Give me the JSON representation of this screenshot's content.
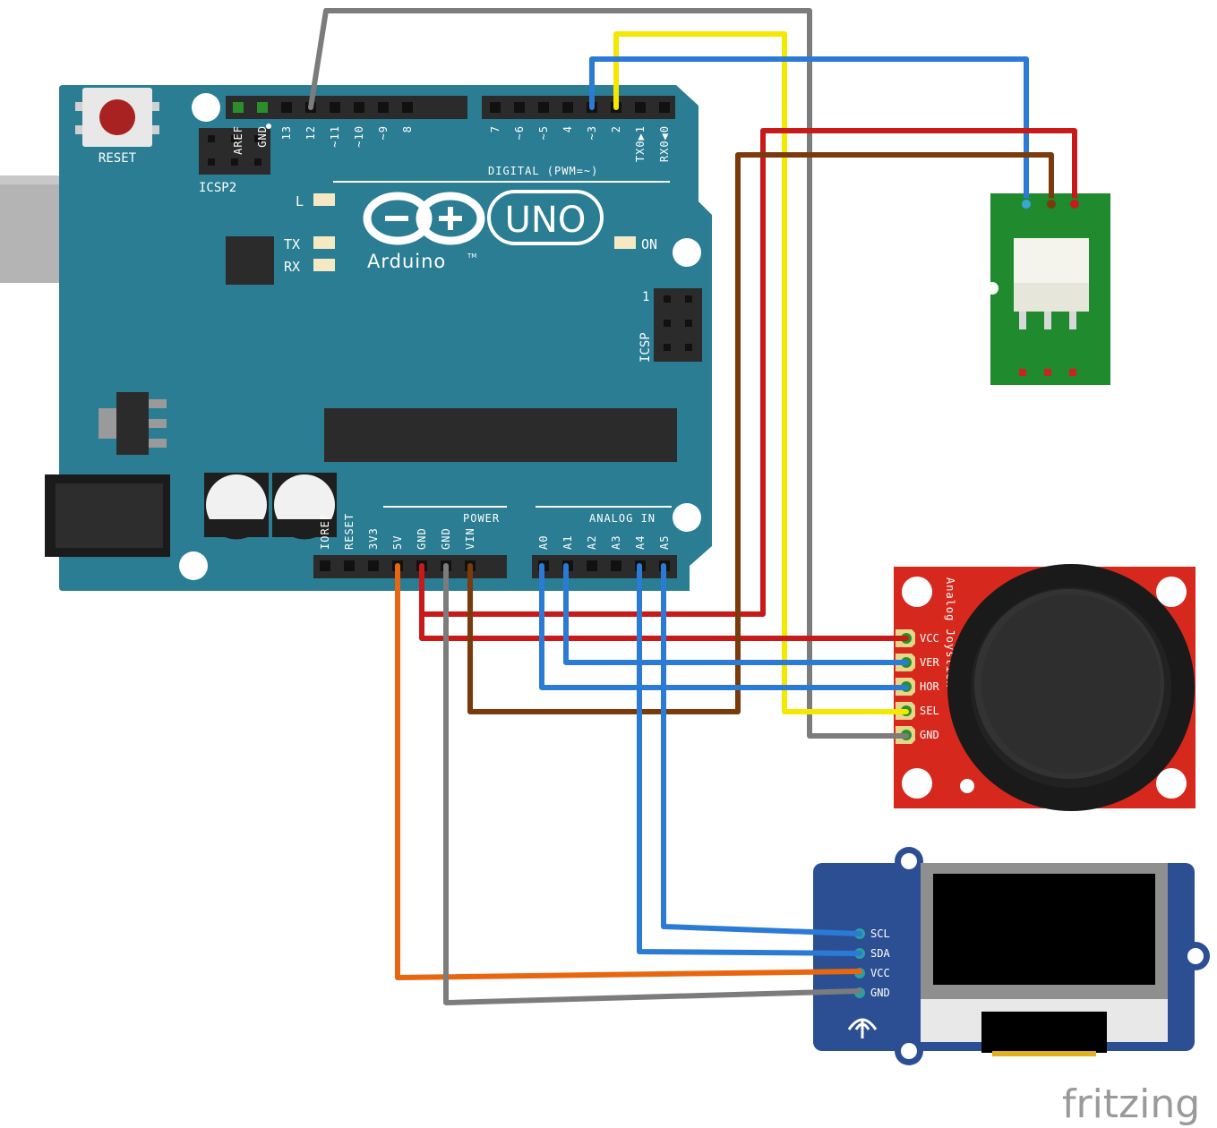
{
  "colors": {
    "board": "#2a7d93",
    "board_edge": "#1f6677",
    "header": "#2b2b2b",
    "wire_gray": "#7c7c7c",
    "wire_yellow": "#f4e800",
    "wire_blue": "#2b7bd6",
    "wire_red": "#c91a1a",
    "wire_brown": "#7a3a0c",
    "wire_orange": "#e8660e",
    "joystick_pcb": "#d6281d",
    "sensor_pcb": "#1f8a2e",
    "oled_pcb": "#2c4f94"
  },
  "arduino": {
    "reset": "RESET",
    "icsp2": "ICSP2",
    "icsp": "ICSP",
    "icsp_pin1": "1",
    "led_l": "L",
    "led_tx": "TX",
    "led_rx": "RX",
    "led_on": "ON",
    "logo_word": "Arduino",
    "tm": "TM",
    "model": "UNO",
    "digital_title": "DIGITAL (PWM=~)",
    "power_title": "POWER",
    "analog_title": "ANALOG IN",
    "top_left_pins": [
      "AREF",
      "GND",
      "13",
      "12",
      "~11",
      "~10",
      "~9",
      "8"
    ],
    "top_right_pins": [
      "7",
      "~6",
      "~5",
      "4",
      "~3",
      "2",
      "TX0▶1",
      "RX0◀0"
    ],
    "power_pins": [
      "IOREF",
      "RESET",
      "3V3",
      "5V",
      "GND",
      "GND",
      "VIN"
    ],
    "analog_pins": [
      "A0",
      "A1",
      "A2",
      "A3",
      "A4",
      "A5"
    ]
  },
  "joystick": {
    "title": "Analog Joystick",
    "pins": [
      "VCC",
      "VER",
      "HOR",
      "SEL",
      "GND"
    ]
  },
  "oled": {
    "pins": [
      "SCL",
      "SDA",
      "VCC",
      "GND"
    ]
  },
  "watermark": "fritzing"
}
